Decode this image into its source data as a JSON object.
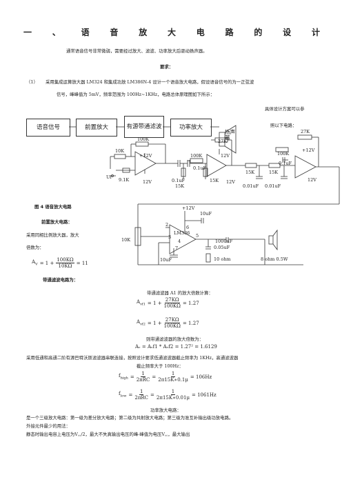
{
  "title_chars": [
    "一",
    "、",
    "语",
    "音",
    "放",
    "大",
    "电",
    "路",
    "的",
    "设",
    "计"
  ],
  "intro": "通常语音信号非常微弱，需要经过放大、滤波、功率放大后驱动扬声器。",
  "req_heading": "要求：",
  "req_num": "（1）",
  "req_line1": "采用集成运算放大器 LM324 和集成功放 LM386N-4 设计一个语音放大电路，假设语音信号的为一正弦波",
  "req_line2": "信号，峰峰值为 5mV，频率范围为 100Hz~1KHz，电路总体原理图如下所示：",
  "side_note1": "具体设计方案可以参",
  "side_note2": "照以下电路：",
  "blocks": [
    "语音信号",
    "前置放大",
    "有源带通滤波",
    "功率放大"
  ],
  "speaker_label": "扬声器",
  "circuit1": {
    "r1": "10K",
    "r2": "100K",
    "r3": "9.1K",
    "vcc": "+12V",
    "vee": "12V",
    "ui": "Ui",
    "r4": "100K",
    "c1": "0.1uF",
    "c2": "0.1uF",
    "r5": "15K",
    "r6": "15K",
    "r7": "27K",
    "vcc2": "12V",
    "vee2": "12V",
    "r8": "15K",
    "r9": "15K",
    "c3": "0.01uF",
    "c4": "0.01uF",
    "r10": "100K",
    "c5": "0.1uF",
    "r11": "27K",
    "vcc3": "+12V",
    "vee3": "12V"
  },
  "fig_caption": "图 4    语音放大电路",
  "pre_heading": "前置放大电路：",
  "pre_line1": "采用同相比例放大器，放大",
  "pre_line2": "倍数为：",
  "pre_formula": {
    "lhs": "A",
    "sub": "V",
    "eq": "= 1 +",
    "num": "100KΩ",
    "den": "10KΩ",
    "res": "= 11"
  },
  "bp_heading": "带通滤波电路为：",
  "circuit2": {
    "vcc": "+12V",
    "c1": "10uF",
    "r": "10K",
    "p2": "2",
    "p3": "3",
    "p4": "4",
    "p5": "5",
    "p6": "6",
    "p7": "7",
    "chip": "LM386",
    "c2": "10uF",
    "c3": "1000uF",
    "c4": "0.05uF",
    "r2": "10   ohm",
    "spk": "8   ohm   0.5W"
  },
  "bp_calc_title": "带通滤波器 A1 的放大倍数计算：",
  "avf1": {
    "lhs": "A",
    "sub": "vf1",
    "eq": "= 1 +",
    "num": "27KΩ",
    "den": "100KΩ",
    "res": "= 1.27"
  },
  "avf2": {
    "lhs": "A",
    "sub": "vf2",
    "eq": "= 1 +",
    "num": "27KΩ",
    "den": "100KΩ",
    "res": "= 1.27"
  },
  "total_title": "则带通滤波器的放大倍数为：",
  "total_formula": "Aᵥ = Aᵥf1 * Aᵥf2 = 1.27² = 1.6129",
  "bw_line1": "采用低通和高通二阶有源巴特沃斯滤波器串联连接，按照设计要求低通滤波器截止频率为 1KHz，高通滤波器",
  "bw_line2": "截止频率大于 100Hz：",
  "fhigh": {
    "lhs": "f",
    "sub": "high",
    "num1": "1",
    "den1": "2πRC",
    "num2": "1",
    "den2": "2π15K∗0.1μ",
    "res": "= 106Hz"
  },
  "flow": {
    "lhs": "f",
    "sub": "low",
    "num1": "1",
    "den1": "2πRC",
    "num2": "1",
    "den2": "2π15K∗0.01μ",
    "res": "= 1061Hz"
  },
  "pa_heading": "功率放大电路：",
  "pa_line1": "是一个三级放大电路：第一级为差分放大电路；第二级为共射放大电路；第三级为准互补输出级功放电路。",
  "pa_line2": "外接元件最少的用法：",
  "pa_line3": "静态时输出电容上电压为V꜀꜀/2，最大不失真输出电压的峰-峰值为电压V꜀꜀，最大输出"
}
